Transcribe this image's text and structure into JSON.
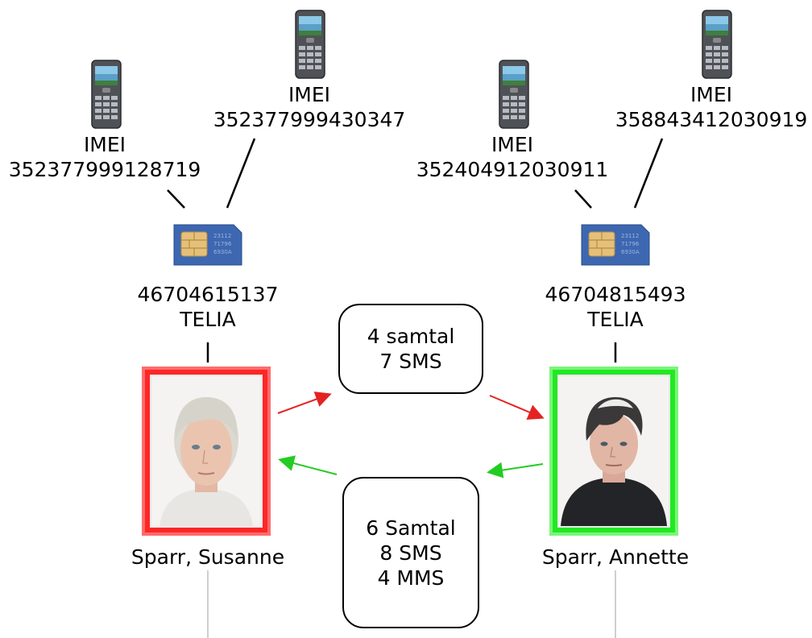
{
  "phones": [
    {
      "imei_label": "IMEI",
      "imei": "352377999128719"
    },
    {
      "imei_label": "IMEI",
      "imei": "352377999430347"
    },
    {
      "imei_label": "IMEI",
      "imei": "352404912030911"
    },
    {
      "imei_label": "IMEI",
      "imei": "358843412030919"
    }
  ],
  "subscriptions": [
    {
      "number": "46704615137",
      "operator": "TELIA",
      "sim_text": [
        "23112",
        "71796",
        "6930A"
      ]
    },
    {
      "number": "46704815493",
      "operator": "TELIA",
      "sim_text": [
        "23112",
        "71796",
        "6930A"
      ]
    }
  ],
  "persons": [
    {
      "name": "Sparr, Susanne",
      "frame_color": "#ff2626",
      "frame_light": "#ff6b6b"
    },
    {
      "name": "Sparr, Annette",
      "frame_color": "#22e822",
      "frame_light": "#7af57a"
    }
  ],
  "communications": [
    {
      "lines": [
        "4 samtal",
        "7 SMS"
      ],
      "arrow_color": "#e52222"
    },
    {
      "lines": [
        "6 Samtal",
        "8 SMS",
        "4 MMS"
      ],
      "arrow_color": "#22cc22"
    }
  ],
  "icons": {
    "phone": "mobile-phone-icon",
    "sim": "sim-card-icon"
  }
}
